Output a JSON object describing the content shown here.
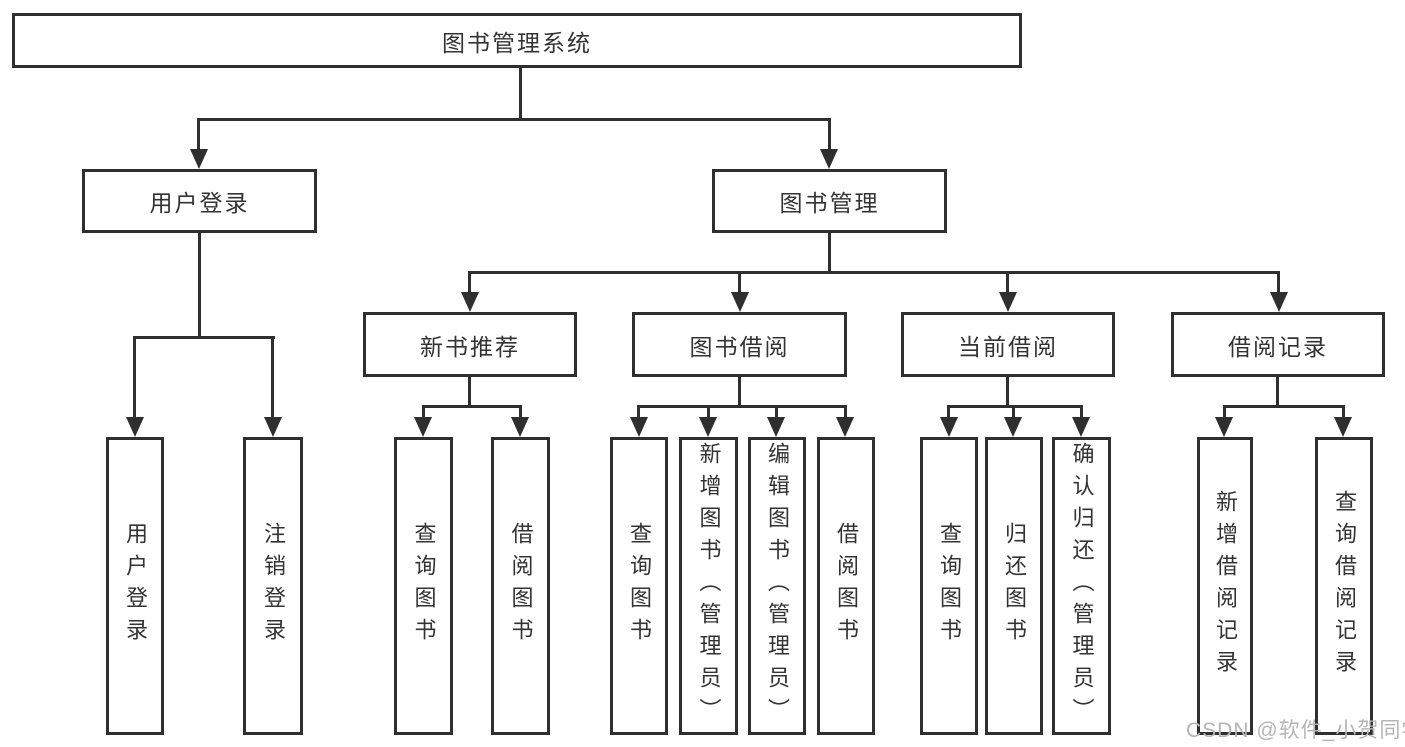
{
  "diagram_title": "图书管理系统",
  "nodes": {
    "root": "图书管理系统",
    "user_login": "用户登录",
    "book_mgmt": "图书管理",
    "new_book_rec": "新书推荐",
    "book_borrow": "图书借阅",
    "current_borrow": "当前借阅",
    "borrow_record": "借阅记录",
    "leaf_user_login": "用户登录",
    "leaf_logout": "注销登录",
    "nbr_query": "查询图书",
    "nbr_borrow": "借阅图书",
    "bb_query": "查询图书",
    "bb_add": "新增图书（管理员）",
    "bb_edit": "编辑图书（管理员）",
    "bb_borrow": "借阅图书",
    "cb_query": "查询图书",
    "cb_return": "归还图书",
    "cb_confirm": "确认归还（管理员）",
    "br_add": "新增借阅记录",
    "br_query": "查询借阅记录"
  },
  "hierarchy": {
    "图书管理系统": {
      "用户登录": [
        "用户登录",
        "注销登录"
      ],
      "图书管理": {
        "新书推荐": [
          "查询图书",
          "借阅图书"
        ],
        "图书借阅": [
          "查询图书",
          "新增图书（管理员）",
          "编辑图书（管理员）",
          "借阅图书"
        ],
        "当前借阅": [
          "查询图书",
          "归还图书",
          "确认归还（管理员）"
        ],
        "借阅记录": [
          "新增借阅记录",
          "查询借阅记录"
        ]
      }
    }
  },
  "watermark": "CSDN @软件_小贺同学",
  "colors": {
    "line": "#2f2f2f",
    "text": "#333333",
    "watermark": "#b5b5b5",
    "background": "#ffffff"
  }
}
